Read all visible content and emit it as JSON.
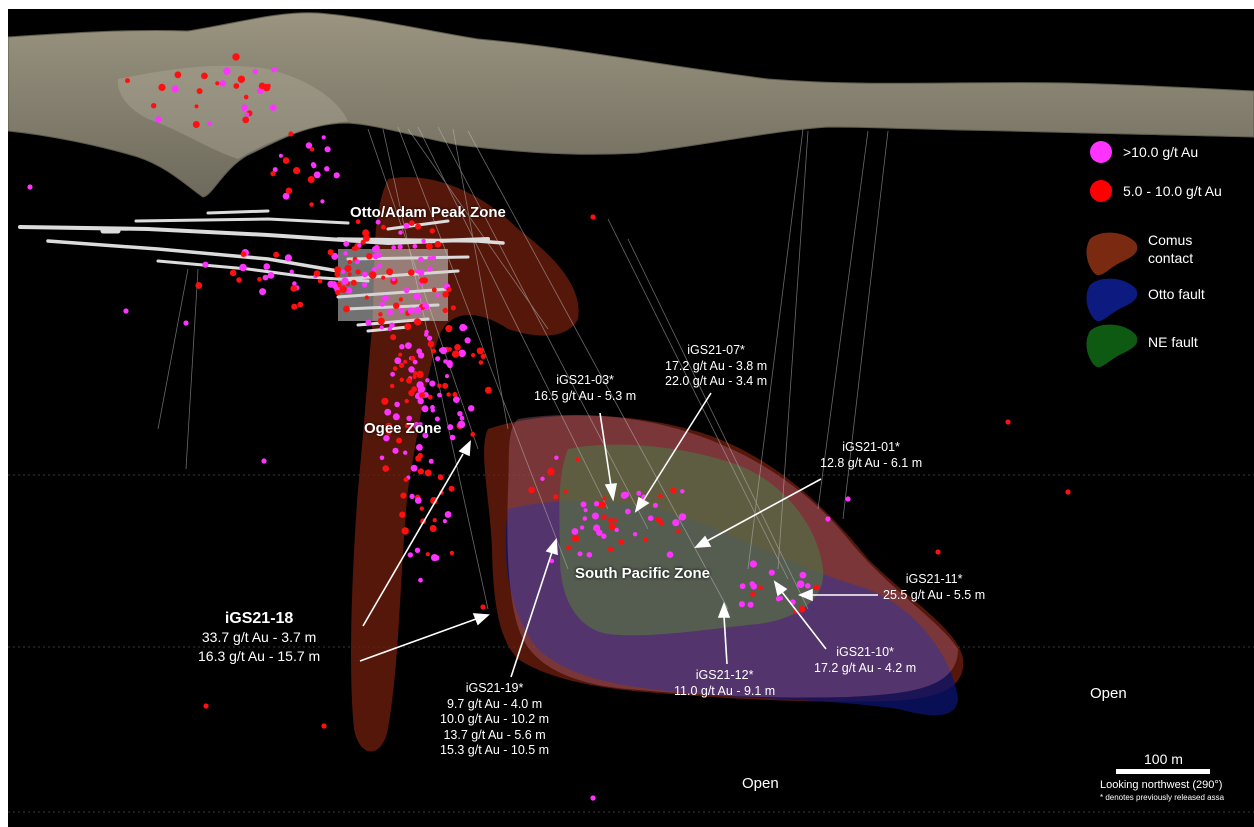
{
  "legend": {
    "items": [
      {
        "label": ">10.0 g/t Au",
        "symbol": "magenta-dot-icon",
        "color": "#ff33ff"
      },
      {
        "label": "5.0 - 10.0 g/t Au",
        "symbol": "red-dot-icon",
        "color": "#ff0000"
      },
      {
        "label": "Comus contact",
        "symbol": "brown-blob-icon",
        "color": "#7a2a10"
      },
      {
        "label": "Otto fault",
        "symbol": "blue-blob-icon",
        "color": "#0d1a80"
      },
      {
        "label": "NE fault",
        "symbol": "green-blob-icon",
        "color": "#0e5a12"
      }
    ]
  },
  "zones": {
    "otto": "Otto/Adam Peak Zone",
    "ogee": "Ogee Zone",
    "south_pacific": "South Pacific Zone"
  },
  "drillholes": {
    "igs21_18": {
      "name": "iGS21-18",
      "intervals": [
        "33.7 g/t Au - 3.7 m",
        "16.3 g/t Au - 15.7 m"
      ]
    },
    "igs21_03": {
      "name": "iGS21-03*",
      "intervals": [
        "16.5 g/t Au - 5.3 m"
      ]
    },
    "igs21_07": {
      "name": "iGS21-07*",
      "intervals": [
        "17.2 g/t Au - 3.8 m",
        "22.0 g/t Au - 3.4 m"
      ]
    },
    "igs21_01": {
      "name": "iGS21-01*",
      "intervals": [
        "12.8 g/t Au - 6.1 m"
      ]
    },
    "igs21_11": {
      "name": "iGS21-11*",
      "intervals": [
        "25.5 g/t Au - 5.5 m"
      ]
    },
    "igs21_10": {
      "name": "iGS21-10*",
      "intervals": [
        "17.2 g/t Au - 4.2 m"
      ]
    },
    "igs21_12": {
      "name": "iGS21-12*",
      "intervals": [
        "11.0 g/t Au - 9.1 m"
      ]
    },
    "igs21_19": {
      "name": "iGS21-19*",
      "intervals": [
        "9.7 g/t Au - 4.0 m",
        "10.0 g/t Au - 10.2 m",
        "13.7 g/t Au - 5.6 m",
        "15.3 g/t Au - 10.5 m"
      ]
    }
  },
  "open_labels": {
    "right": "Open",
    "bottom": "Open"
  },
  "scale_bar": {
    "label": "100 m"
  },
  "view_note": "Looking northwest (290°)",
  "footnote": "* denotes previously released assa",
  "colors": {
    "background": "#000000",
    "surface": "#8a8470",
    "workings": "#d8d8d8",
    "high_grade": "#ff33ff",
    "mid_grade": "#ff0000"
  }
}
